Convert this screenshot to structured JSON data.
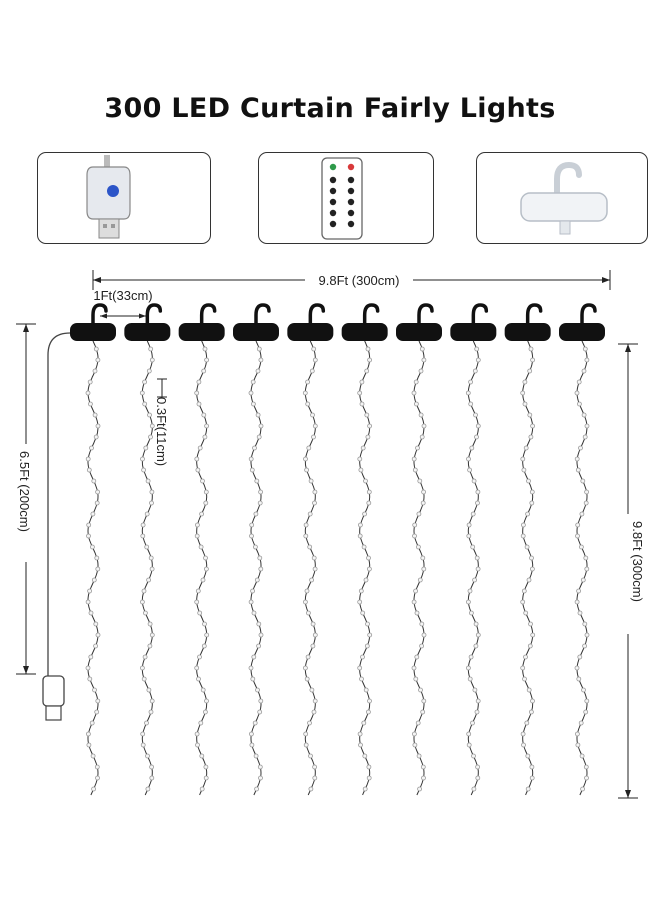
{
  "title": "300 LED Curtain Fairly Lights",
  "components": [
    {
      "name": "usb-controller"
    },
    {
      "name": "remote-control"
    },
    {
      "name": "hook"
    }
  ],
  "dimensions": {
    "total_width": "9.8Ft (300cm)",
    "hook_spacing": "1Ft(33cm)",
    "led_spacing": "0.3Ft(11cm)",
    "lead_wire_length": "6.5Ft (200cm)",
    "strand_length": "9.8Ft (300cm)"
  },
  "strand_count": 10,
  "colors": {
    "remote_green": "#2e9a4a",
    "remote_red": "#d8393a",
    "controller_blue": "#2c55c8"
  }
}
